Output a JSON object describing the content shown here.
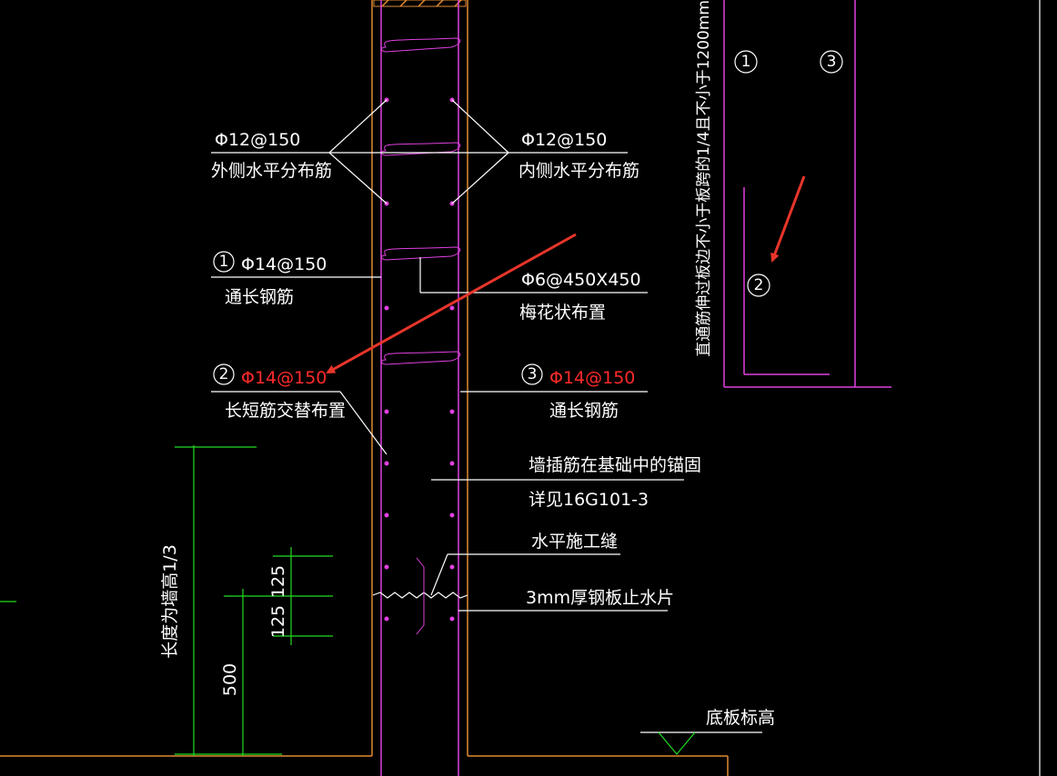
{
  "labels": {
    "outer_spec": "Φ12@150",
    "outer_name": "外侧水平分布筋",
    "inner_spec": "Φ12@150",
    "inner_name": "内侧水平分布筋",
    "bar1_num": "1",
    "bar1_spec": "Φ14@150",
    "bar1_name": "通长钢筋",
    "tie_spec": "Φ6@450X450",
    "tie_name": "梅花状布置",
    "bar2_num": "2",
    "bar2_spec": "Φ14@150",
    "bar2_name": "长短筋交替布置",
    "bar3_num": "3",
    "bar3_spec": "Φ14@150",
    "bar3_name": "通长钢筋",
    "anchor_line1": "墙插筋在基础中的锚固",
    "anchor_line2": "详见16G101-3",
    "joint_name": "水平施工缝",
    "plate_name": "3mm厚钢板止水片",
    "slab_name": "底板标高"
  },
  "dimensions": {
    "dim_125_a": "125",
    "dim_125_b": "125",
    "dim_500": "500",
    "dim_long": "长度为墙高1/3"
  },
  "detail": {
    "vertical_note": "直通筋伸过板边不小于板跨的1/4且不小于1200mm",
    "num_1": "1",
    "num_3": "3",
    "num_2": "2"
  },
  "colors": {
    "background": "#000000",
    "text": "#ffffff",
    "highlight": "#ff2a2a",
    "rebar": "#e040e0",
    "concrete": "#e08a30",
    "dimension": "#22dd22",
    "arrow": "#e8352a"
  }
}
